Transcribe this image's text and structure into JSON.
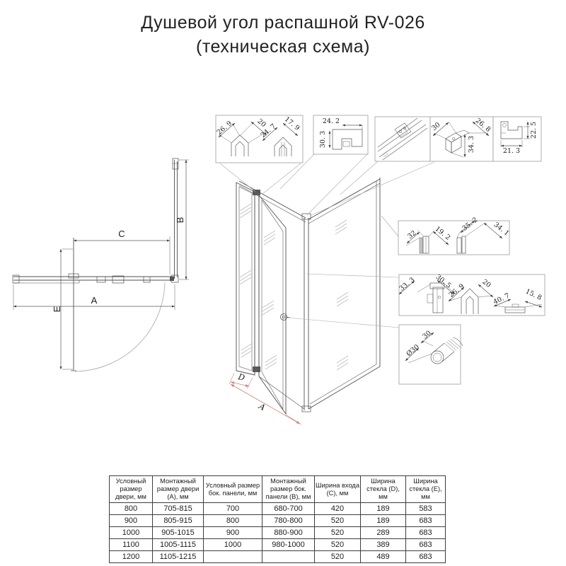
{
  "title": {
    "line1": "Душевой угол распашной RV-026",
    "line2": "(техническая схема)"
  },
  "plan": {
    "a": "A",
    "b": "B",
    "c": "C",
    "e": "E"
  },
  "iso": {
    "a": "A",
    "d": "D"
  },
  "callouts": {
    "hinge": {
      "d1": "26. 9",
      "d2": "20",
      "d3": "24. 7",
      "d4": "17. 9"
    },
    "corner_section": {
      "d1": "24. 2",
      "d2": "30. 3"
    },
    "corner_bracket": {
      "d1": "30",
      "d2": "26. 8",
      "d3": "34. 3"
    },
    "corner_profile": {
      "d1": "21. 3",
      "d2": "22. 5"
    },
    "wall_profiles_1": {
      "d1": "32",
      "d2": "19. 2",
      "d3": "35. 2",
      "d4": "34. 1"
    },
    "wall_profiles_2": {
      "d1": "33. 3",
      "d2": "30. 5",
      "d3": "26. 9",
      "d4": "20",
      "d5": "40. 7",
      "d6": "15. 8"
    },
    "knob": {
      "d1": "Ø30",
      "d2": "30"
    }
  },
  "table": {
    "headers": [
      "Условный размер двери, мм",
      "Монтажный размер двери (А), мм",
      "Условный размер бок. панели, мм",
      "Монтажный размер бок. панели (В), мм",
      "Ширина входа (С), мм",
      "Ширина стекла (D), мм",
      "Ширина стекла (Е), мм"
    ],
    "rows": [
      [
        "800",
        "705-815",
        "700",
        "680-700",
        "420",
        "189",
        "583"
      ],
      [
        "900",
        "805-915",
        "800",
        "780-800",
        "520",
        "189",
        "683"
      ],
      [
        "1000",
        "905-1015",
        "900",
        "880-900",
        "520",
        "289",
        "683"
      ],
      [
        "1100",
        "1005-1115",
        "1000",
        "980-1000",
        "520",
        "389",
        "683"
      ],
      [
        "1200",
        "1105-1215",
        "",
        "",
        "520",
        "489",
        "683"
      ]
    ]
  }
}
